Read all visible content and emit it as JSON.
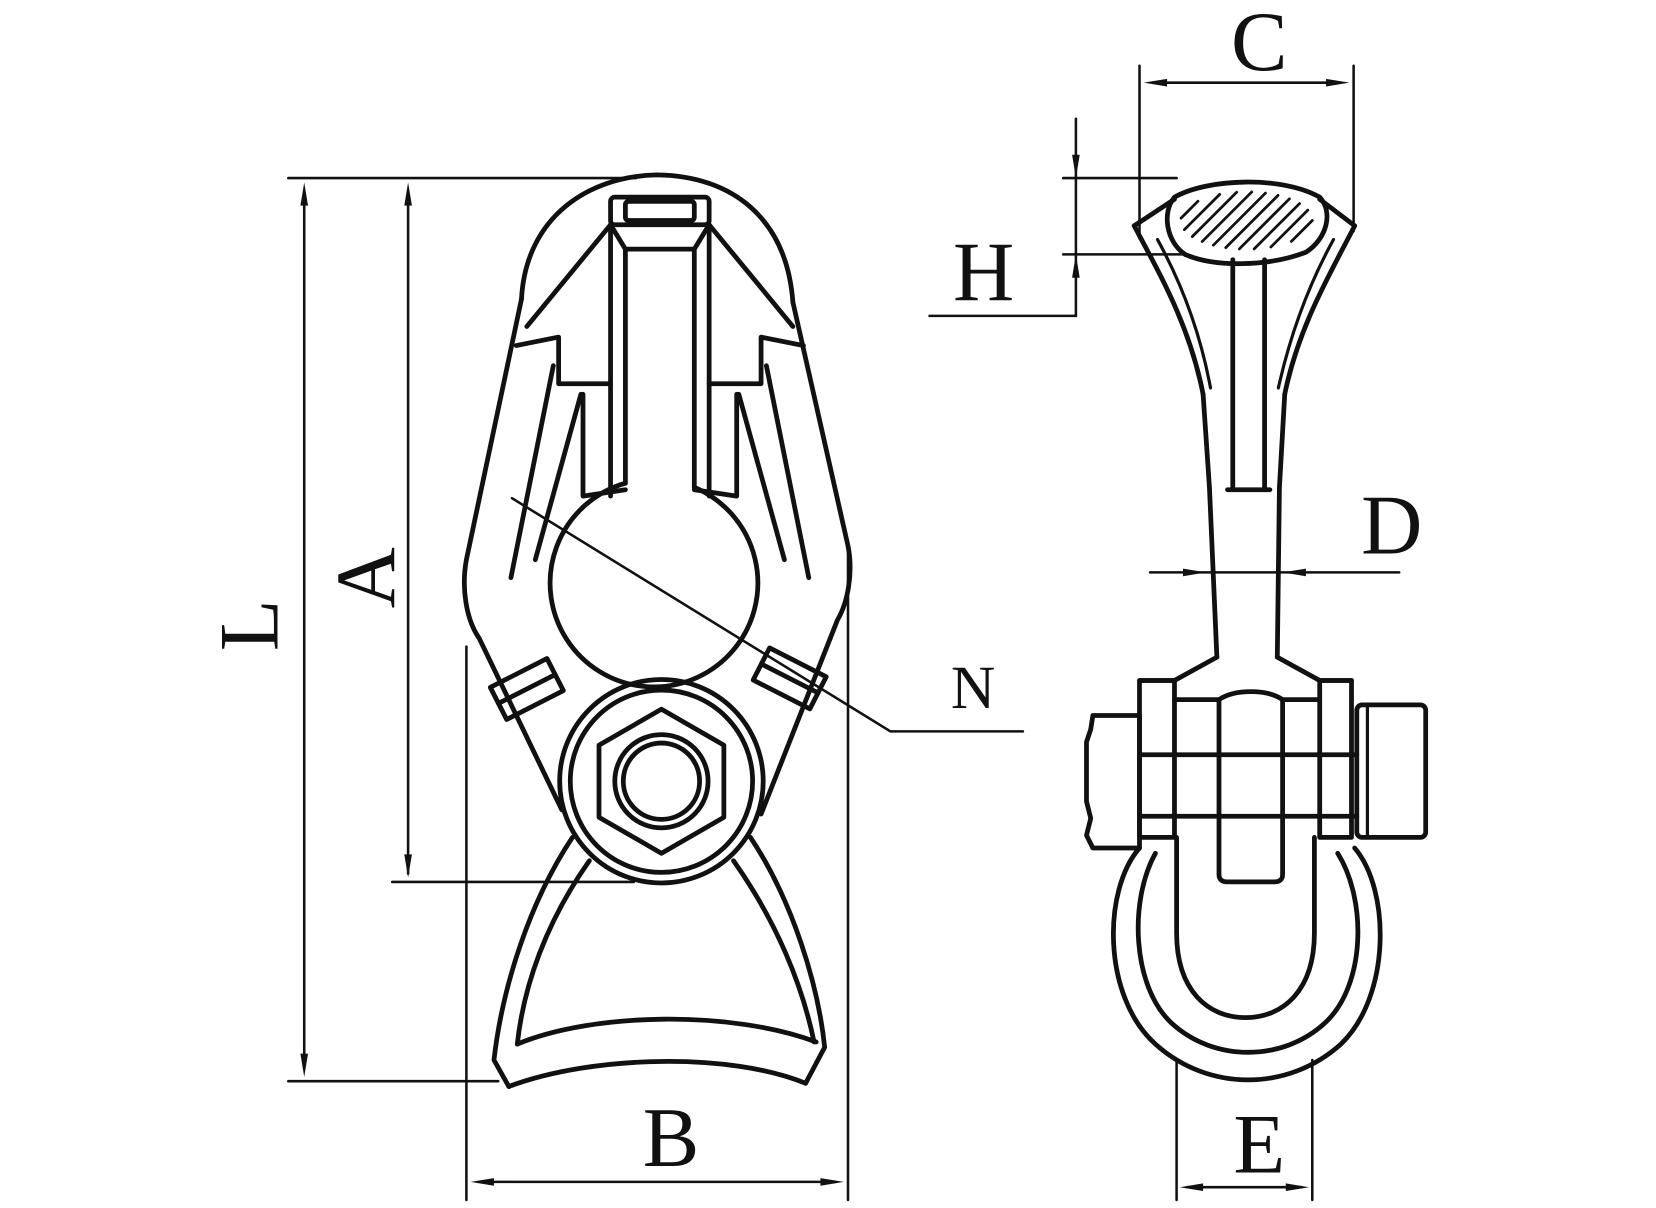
{
  "labels": {
    "L": "L",
    "A": "A",
    "B": "B",
    "C": "C",
    "H": "H",
    "D": "D",
    "E": "E",
    "N": "N"
  },
  "colors": {
    "line": "#111111",
    "background": "#ffffff"
  }
}
